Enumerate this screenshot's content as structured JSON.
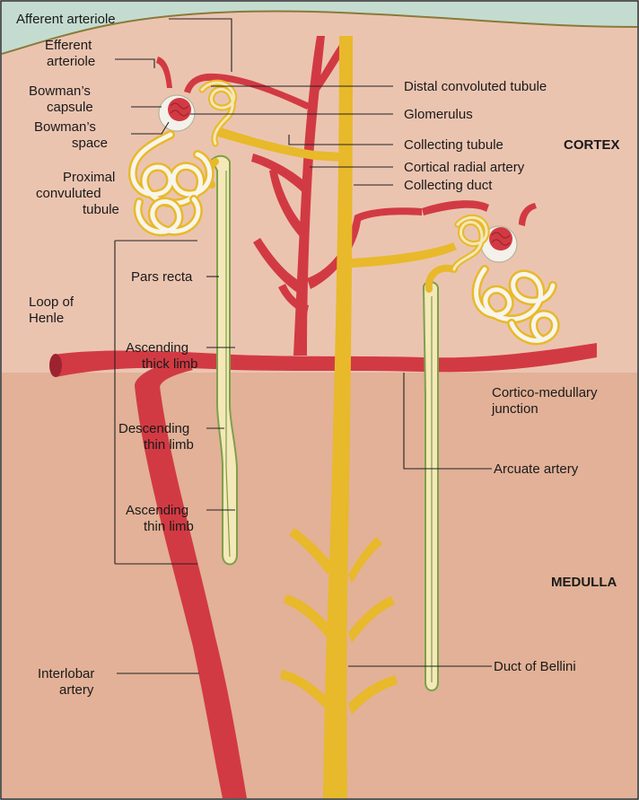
{
  "regions": {
    "cortex": "CORTEX",
    "medulla": "MEDULLA"
  },
  "labels": {
    "afferent_arteriole": "Afferent arteriole",
    "efferent_arteriole_1": "Efferent",
    "efferent_arteriole_2": "arteriole",
    "bowmans_capsule_1": "Bowman’s",
    "bowmans_capsule_2": "capsule",
    "bowmans_space_1": "Bowman’s",
    "bowmans_space_2": "space",
    "proximal_1": "Proximal",
    "proximal_2": "convuluted",
    "proximal_3": "tubule",
    "loop_of_henle_1": "Loop of",
    "loop_of_henle_2": "Henle",
    "pars_recta": "Pars recta",
    "ascending_thick_1": "Ascending",
    "ascending_thick_2": "thick limb",
    "descending_thin_1": "Descending",
    "descending_thin_2": "thin limb",
    "ascending_thin_1": "Ascending",
    "ascending_thin_2": "thin limb",
    "interlobar_1": "Interlobar",
    "interlobar_2": "artery",
    "distal_convoluted_tubule": "Distal convoluted tubule",
    "glomerulus": "Glomerulus",
    "collecting_tubule": "Collecting tubule",
    "cortical_radial_artery": "Cortical radial artery",
    "collecting_duct": "Collecting duct",
    "cortico_medullary_1": "Cortico-medullary",
    "cortico_medullary_2": "junction",
    "arcuate_artery": "Arcuate artery",
    "duct_of_bellini": "Duct of Bellini"
  },
  "colors": {
    "cortex_bg": "#ebc4b0",
    "medulla_bg": "#e2b197",
    "sky": "#c4dccf",
    "capsule_edge": "#8a7a3a",
    "artery": "#d23a43",
    "artery_dark": "#9e2330",
    "duct": "#e8b92a",
    "duct_dark": "#c9941a",
    "tubule_light": "#f4e8b8",
    "tubule_white": "#f8f5ea",
    "limb_green": "#7da04a",
    "capsule_white": "#f3f1ea"
  }
}
